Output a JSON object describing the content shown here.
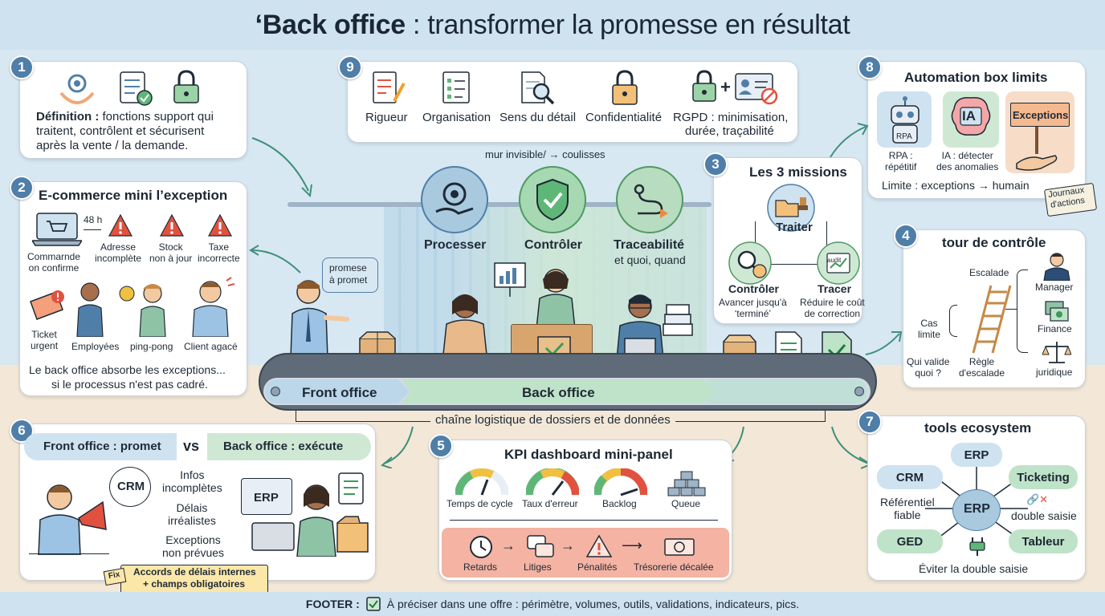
{
  "title": {
    "quote": "‘",
    "bold": "Back office",
    "rest": " : transformer la promesse en résultat"
  },
  "card1": {
    "num": "1",
    "def_bold": "Définition :",
    "def_line1": " fonctions support qui",
    "def_line2": "traitent, contrôlent et sécurisent",
    "def_line3": "après la vente / la demande."
  },
  "card2": {
    "num": "2",
    "title": "E-commerce mini l’exception",
    "delay": "48 h",
    "order1": "Commarnde",
    "order2": "on confirme",
    "warn1a": "Adresse",
    "warn1b": "incomplète",
    "warn2a": "Stock",
    "warn2b": "non à jour",
    "warn3a": "Taxe",
    "warn3b": "incorrecte",
    "ticket1": "Ticket",
    "ticket2": "urgent",
    "employees": "Employées",
    "pingpong": "ping-pong",
    "client": "Client agacé",
    "foot1": "Le back office absorbe les exceptions...",
    "foot2": "si le processus n'est pas cadré."
  },
  "card9": {
    "num": "9",
    "items": [
      "Rigueur",
      "Organisation",
      "Sens du détail",
      "Confidentialité"
    ],
    "rgpd1": "RGPD : minimisation,",
    "rgpd2": "durée, traçabilité",
    "plus": "+"
  },
  "card8": {
    "num": "8",
    "title": "Automation box limits",
    "rpa_tag": "RPA",
    "rpa1": "RPA :",
    "rpa2": "répétitif",
    "ia_tag": "IA",
    "ia1": "IA : détecter",
    "ia2": "des anomalies",
    "exceptions": "Exceptions",
    "limit": "Limite : exceptions → humain",
    "journal1": "Journaux",
    "journal2": "d'actions"
  },
  "center": {
    "mur": "mur invisible/ → coulisses",
    "processer": "Processer",
    "controler": "Contrôler",
    "trace1": "Traceabilité",
    "trace2": "et quoi, quand",
    "bubble1": "promese",
    "bubble2": "à promet",
    "belt_front": "Front office",
    "belt_back": "Back office",
    "chain": "chaîne logistique de dossiers et de données"
  },
  "card3": {
    "num": "3",
    "title": "Les 3 missions",
    "traiter": "Traiter",
    "controler": "Contrôler",
    "controler_sub1": "Avancer jusqu'à",
    "controler_sub2": "‘terminé’",
    "tracer": "Tracer",
    "tracer_sub1": "Réduire le coût",
    "tracer_sub2": "de correction",
    "audit": "audit"
  },
  "card4": {
    "num": "4",
    "title": "tour de contrôle",
    "escalade": "Escalade",
    "cas1": "Cas",
    "cas2": "limite",
    "qui1": "Qui valide",
    "qui2": "quoi ?",
    "regle1": "Règle",
    "regle2": "d'escalade",
    "manager": "Manager",
    "finance": "Finance",
    "juridique": "juridique"
  },
  "card6": {
    "num": "6",
    "front": "Front office : promet",
    "vs": "vs",
    "back": "Back office : exécute",
    "crm": "CRM",
    "erp": "ERP",
    "i1a": "Infos",
    "i1b": "incomplètes",
    "i2a": "Délais",
    "i2b": "irréalistes",
    "i3a": "Exceptions",
    "i3b": "non prévues",
    "fix": "Fix",
    "note1": "Accords de délais internes",
    "note2": "+ champs obligatoires"
  },
  "card5": {
    "num": "5",
    "title": "KPI dashboard mini-panel",
    "kpis": [
      "Temps de cycle",
      "Taux d'erreur",
      "Backlog",
      "Queue"
    ],
    "effects": [
      "Retards",
      "Litiges",
      "Pénalités",
      "Trésorerie décalée"
    ]
  },
  "card7": {
    "num": "7",
    "title": "tools ecosystem",
    "erp_top": "ERP",
    "crm": "CRM",
    "ticketing": "Ticketing",
    "ref1": "Référentiel",
    "ref2": "fiable",
    "erp_center": "ERP",
    "double": "double saisie",
    "ged": "GED",
    "tableur": "Tableur",
    "avoid": "Éviter la double saisie"
  },
  "footer": {
    "label": "FOOTER :",
    "text": "À préciser dans une offre : périmètre, volumes, outils, validations, indicateurs, pics."
  },
  "colors": {
    "accent_blue": "#4f7fa8",
    "back_office_green": "#cfe8d4",
    "front_office_blue": "#cfe2f0",
    "warning_red": "#e0523f",
    "kpi_red": "#f4b3a3"
  }
}
